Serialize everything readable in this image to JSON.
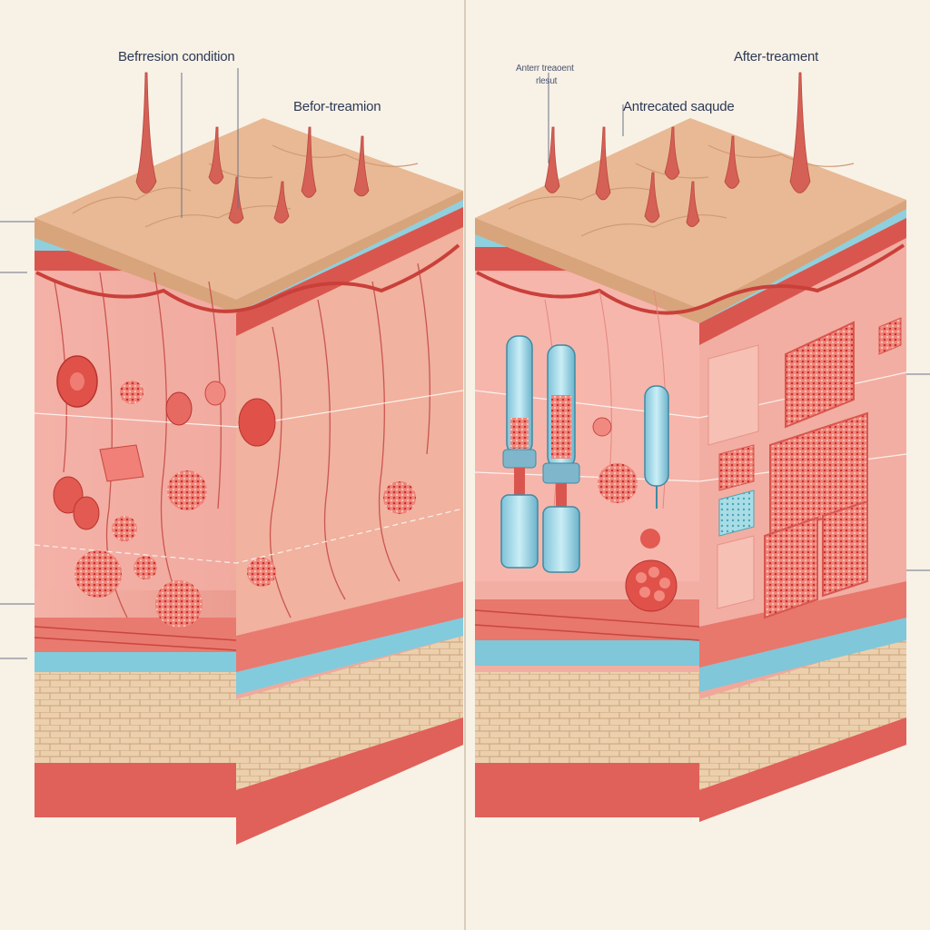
{
  "labels": {
    "before_top": "Befrresion condition",
    "before_mid": "Befor-treamion",
    "after_top": "After-treament",
    "after_small_1": "Anterr treaoent",
    "after_small_2": "rlesut",
    "after_mid": "Antrecated saqude"
  },
  "colors": {
    "background": "#f8f1e6",
    "epidermis_top": "#e8b994",
    "dermis": "#f2aaa0",
    "vessel_blue": "#7fc7d9",
    "vessel_red": "#d94a45",
    "base_red": "#e0665a",
    "fat_layer": "#e9c9a4",
    "cell_red": "#e0524c",
    "capsule_blue": "#9fd2e3"
  }
}
